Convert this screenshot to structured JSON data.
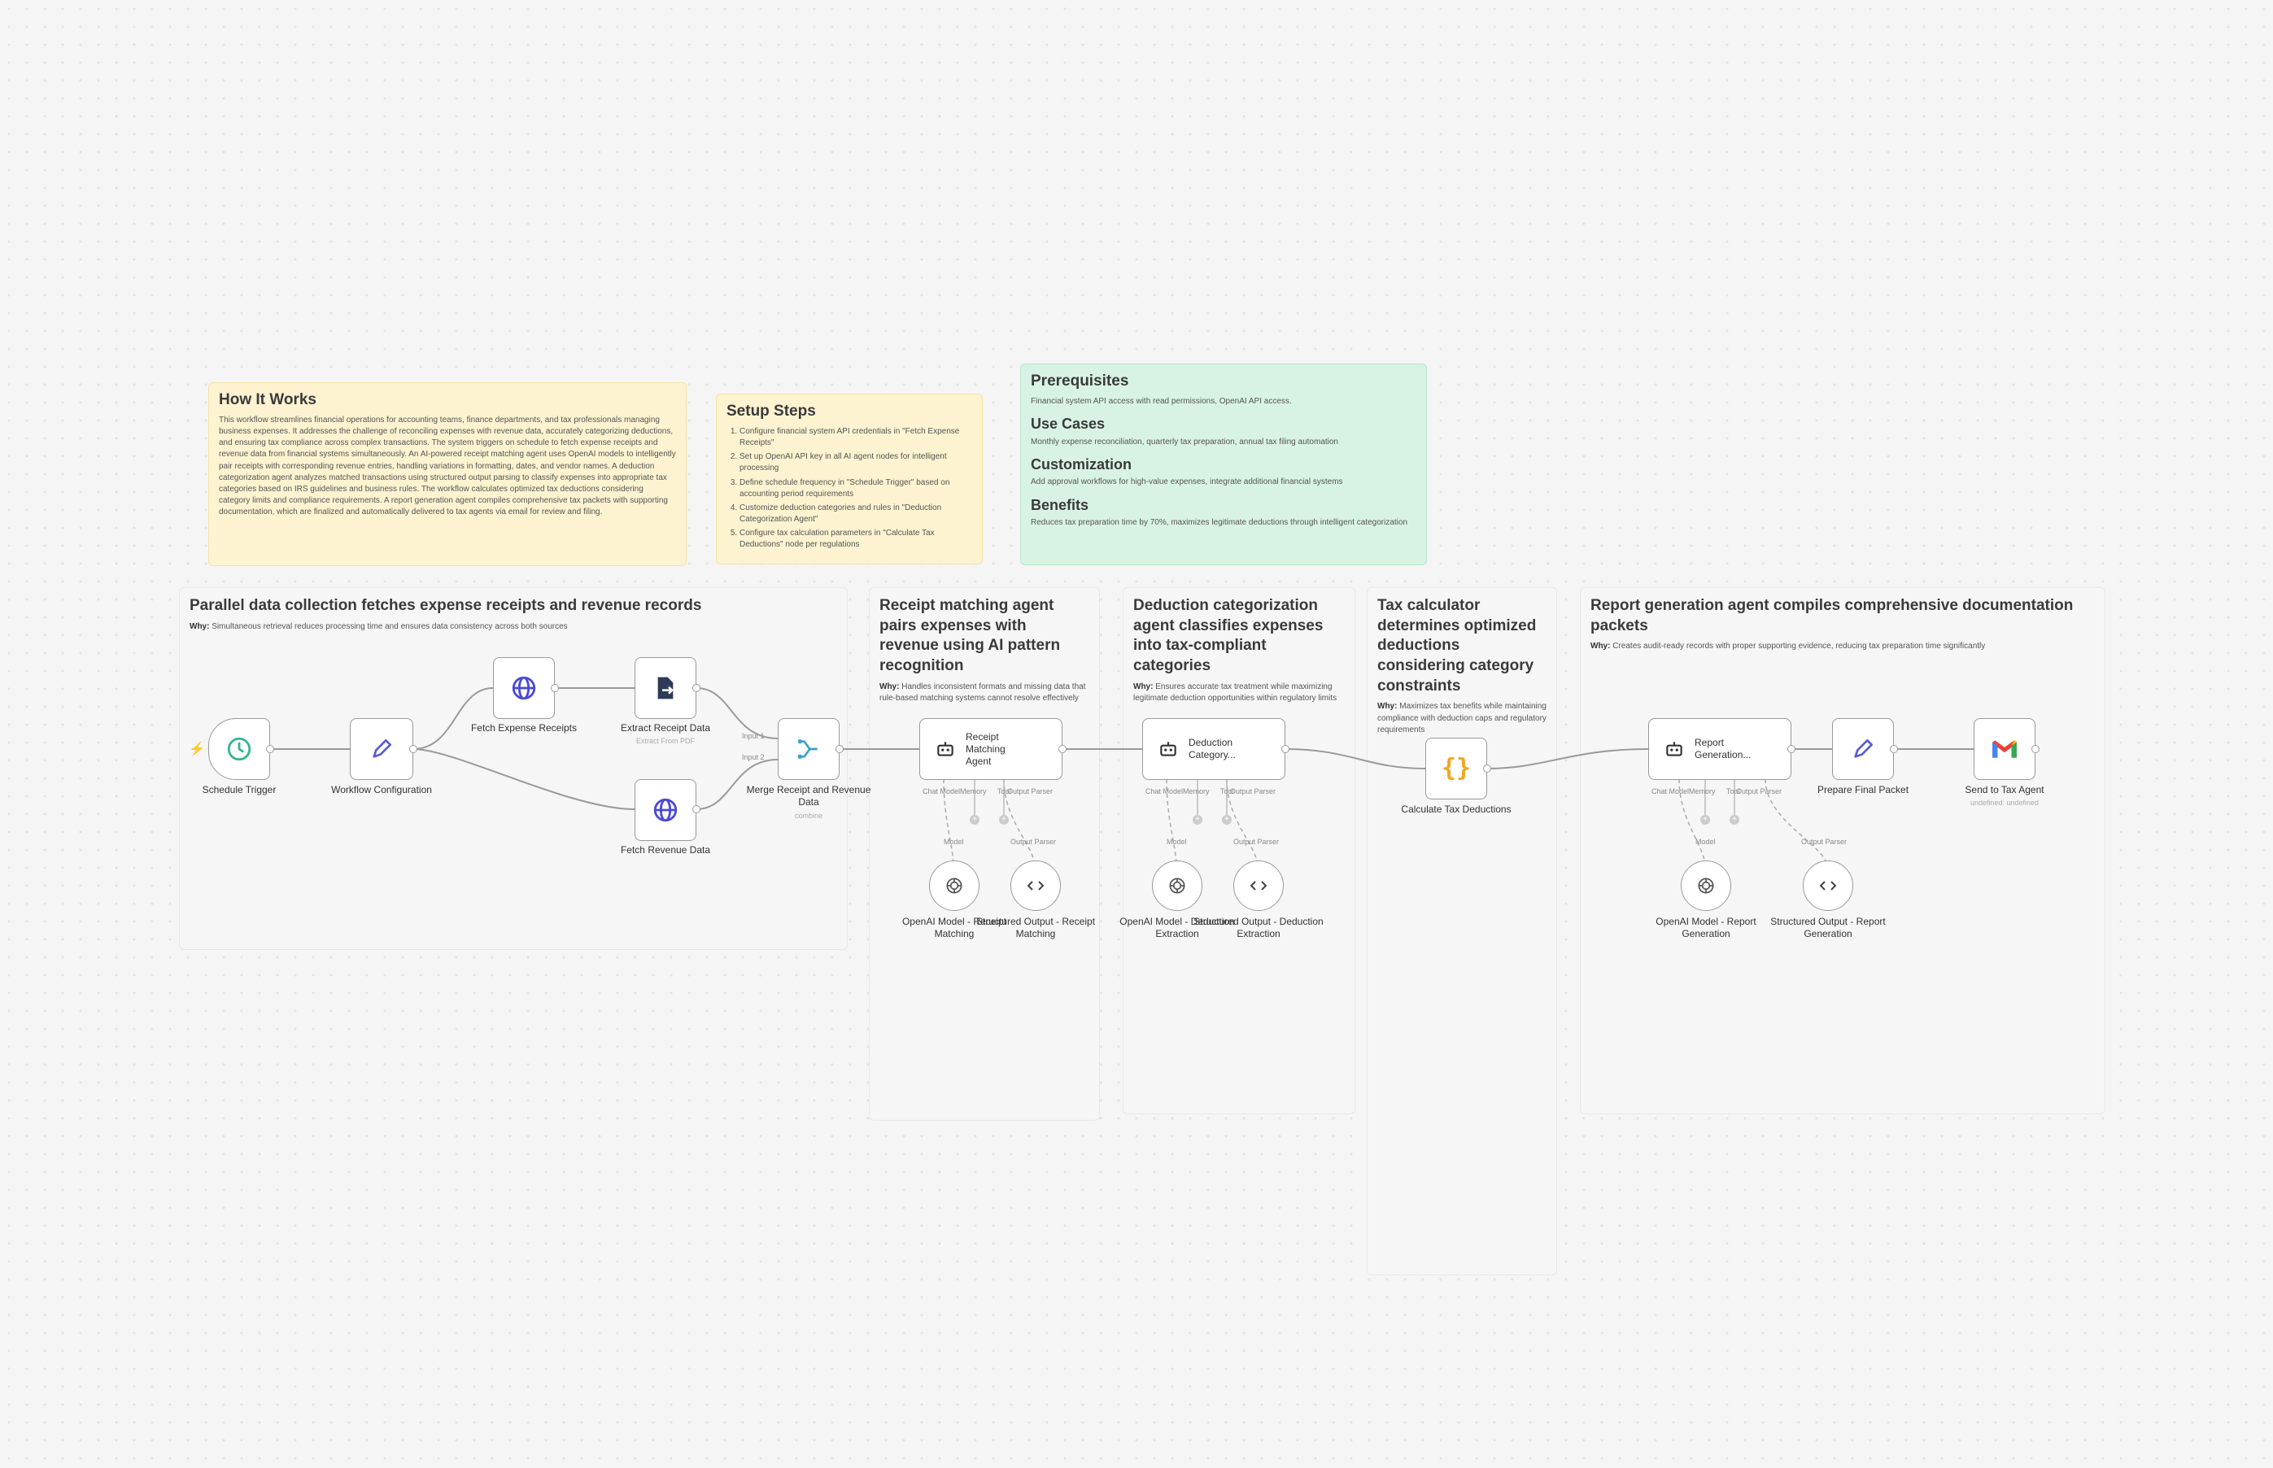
{
  "notes": {
    "how_it_works": {
      "title": "How It Works",
      "body": "This workflow streamlines financial operations for accounting teams, finance departments, and tax professionals managing business expenses. It addresses the challenge of reconciling expenses with revenue data, accurately categorizing deductions, and ensuring tax compliance across complex transactions. The system triggers on schedule to fetch expense receipts and revenue data from financial systems simultaneously. An AI-powered receipt matching agent uses OpenAI models to intelligently pair receipts with corresponding revenue entries, handling variations in formatting, dates, and vendor names. A deduction categorization agent analyzes matched transactions using structured output parsing to classify expenses into appropriate tax categories based on IRS guidelines and business rules. The workflow calculates optimized tax deductions considering category limits and compliance requirements. A report generation agent compiles comprehensive tax packets with supporting documentation, which are finalized and automatically delivered to tax agents via email for review and filing."
    },
    "setup_steps": {
      "title": "Setup Steps",
      "steps": [
        "Configure financial system API credentials in \"Fetch Expense Receipts\"",
        "Set up OpenAI API key in all AI agent nodes for intelligent processing",
        "Define schedule frequency in \"Schedule Trigger\" based on accounting period requirements",
        "Customize deduction categories and rules in \"Deduction Categorization Agent\"",
        "Configure tax calculation parameters in \"Calculate Tax Deductions\" node per regulations"
      ]
    },
    "prerequisites": {
      "title": "Prerequisites",
      "body": "Financial system API access with read permissions, OpenAI API access.",
      "use_cases_title": "Use Cases",
      "use_cases": "Monthly expense reconciliation, quarterly tax preparation, annual tax filing automation",
      "customization_title": "Customization",
      "customization": "Add approval workflows for high-value expenses, integrate additional financial systems",
      "benefits_title": "Benefits",
      "benefits": "Reduces tax preparation time by 70%, maximizes legitimate deductions through intelligent categorization"
    }
  },
  "sections": [
    {
      "title": "Parallel data collection fetches expense receipts and revenue records",
      "why_label": "Why:",
      "why": "Simultaneous retrieval reduces processing time and ensures data consistency across both sources"
    },
    {
      "title": "Receipt matching agent pairs expenses with revenue using AI pattern recognition",
      "why_label": "Why:",
      "why": "Handles inconsistent formats and missing data that rule-based matching systems cannot resolve effectively"
    },
    {
      "title": "Deduction categorization agent classifies expenses into tax-compliant categories",
      "why_label": "Why:",
      "why": "Ensures accurate tax treatment while maximizing legitimate deduction opportunities within regulatory limits"
    },
    {
      "title": "Tax calculator determines optimized deductions considering category constraints",
      "why_label": "Why:",
      "why": "Maximizes tax benefits while maintaining compliance with deduction caps and regulatory requirements"
    },
    {
      "title": "Report generation agent compiles comprehensive documentation packets",
      "why_label": "Why:",
      "why": "Creates audit-ready records with proper supporting evidence, reducing tax preparation time significantly"
    }
  ],
  "nodes": {
    "schedule_trigger": {
      "label": "Schedule Trigger",
      "icon": "clock-icon"
    },
    "workflow_config": {
      "label": "Workflow Configuration",
      "icon": "pencil-icon"
    },
    "fetch_expense": {
      "label": "Fetch Expense Receipts",
      "icon": "globe-icon"
    },
    "fetch_revenue": {
      "label": "Fetch Revenue Data",
      "icon": "globe-icon"
    },
    "extract_receipt": {
      "label": "Extract Receipt Data",
      "sub": "Extract From PDF",
      "icon": "file-export-icon"
    },
    "merge": {
      "label": "Merge Receipt and Revenue Data",
      "sub": "combine",
      "input1": "Input 1",
      "input2": "Input 2",
      "icon": "merge-icon"
    },
    "receipt_agent": {
      "label": "Receipt Matching Agent",
      "icon": "robot-icon",
      "ports": [
        "Chat Model",
        "Memory",
        "Tool",
        "Output Parser"
      ],
      "sub_ports": [
        "Model",
        "Output Parser"
      ]
    },
    "openai_receipt": {
      "label": "OpenAI Model - Receipt Matching",
      "icon": "openai-icon"
    },
    "structured_receipt": {
      "label": "Structured Output - Receipt Matching",
      "icon": "code-icon"
    },
    "deduction_agent": {
      "label": "Deduction Category...",
      "icon": "robot-icon",
      "ports": [
        "Chat Model",
        "Memory",
        "Tool",
        "Output Parser"
      ],
      "sub_ports": [
        "Model",
        "Output Parser"
      ]
    },
    "openai_deduction": {
      "label": "OpenAI Model - Deduction Extraction",
      "icon": "openai-icon"
    },
    "structured_deduction": {
      "label": "Structured Output - Deduction Extraction",
      "icon": "code-icon"
    },
    "calc_tax": {
      "label": "Calculate Tax Deductions",
      "icon": "braces-icon"
    },
    "report_agent": {
      "label": "Report Generation...",
      "icon": "robot-icon",
      "ports": [
        "Chat Model",
        "Memory",
        "Tool",
        "Output Parser"
      ],
      "sub_ports": [
        "Model",
        "Output Parser"
      ]
    },
    "openai_report": {
      "label": "OpenAI Model - Report Generation",
      "icon": "openai-icon"
    },
    "structured_report": {
      "label": "Structured Output - Report Generation",
      "icon": "code-icon"
    },
    "prepare_packet": {
      "label": "Prepare Final Packet",
      "icon": "pencil-icon"
    },
    "send_agent": {
      "label": "Send to Tax Agent",
      "sub": "undefined: undefined",
      "icon": "gmail-icon"
    }
  },
  "colors": {
    "accent": "#ff6d5a",
    "globe": "#4a4ad6",
    "trigger": "#35b58f",
    "merge": "#3aa0c9",
    "braces": "#f0a81f",
    "yellow_note": "#fdf3d0",
    "green_note": "#d8f3e3"
  }
}
